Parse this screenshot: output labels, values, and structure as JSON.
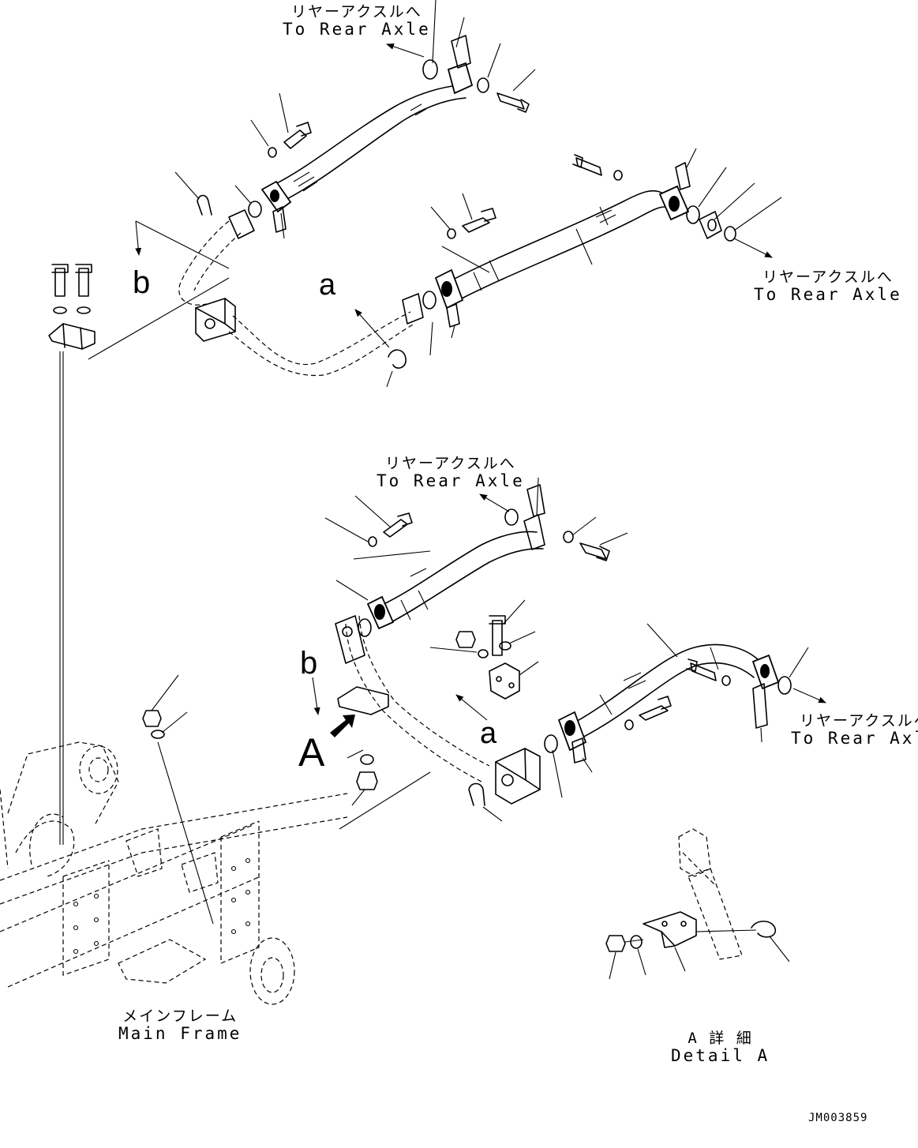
{
  "labels": {
    "rear_axle_top": {
      "ja": "リヤーアクスルへ",
      "en": "To Rear Axle"
    },
    "rear_axle_right_upper": {
      "ja": "リヤーアクスルへ",
      "en": "To Rear Axle"
    },
    "rear_axle_middle": {
      "ja": "リヤーアクスルへ",
      "en": "To Rear Axle"
    },
    "rear_axle_right_lower": {
      "ja": "リヤーアクスルへ",
      "en": "To Rear Axle"
    },
    "main_frame": {
      "ja": "メインフレーム",
      "en": "Main Frame"
    },
    "detail_a": {
      "ja": "A 詳 細",
      "en": "Detail A"
    }
  },
  "markers": {
    "a_upper": "a",
    "b_upper": "b",
    "a_lower": "a",
    "b_lower": "b",
    "view_a": "A"
  },
  "drawing_code": "JM003859"
}
